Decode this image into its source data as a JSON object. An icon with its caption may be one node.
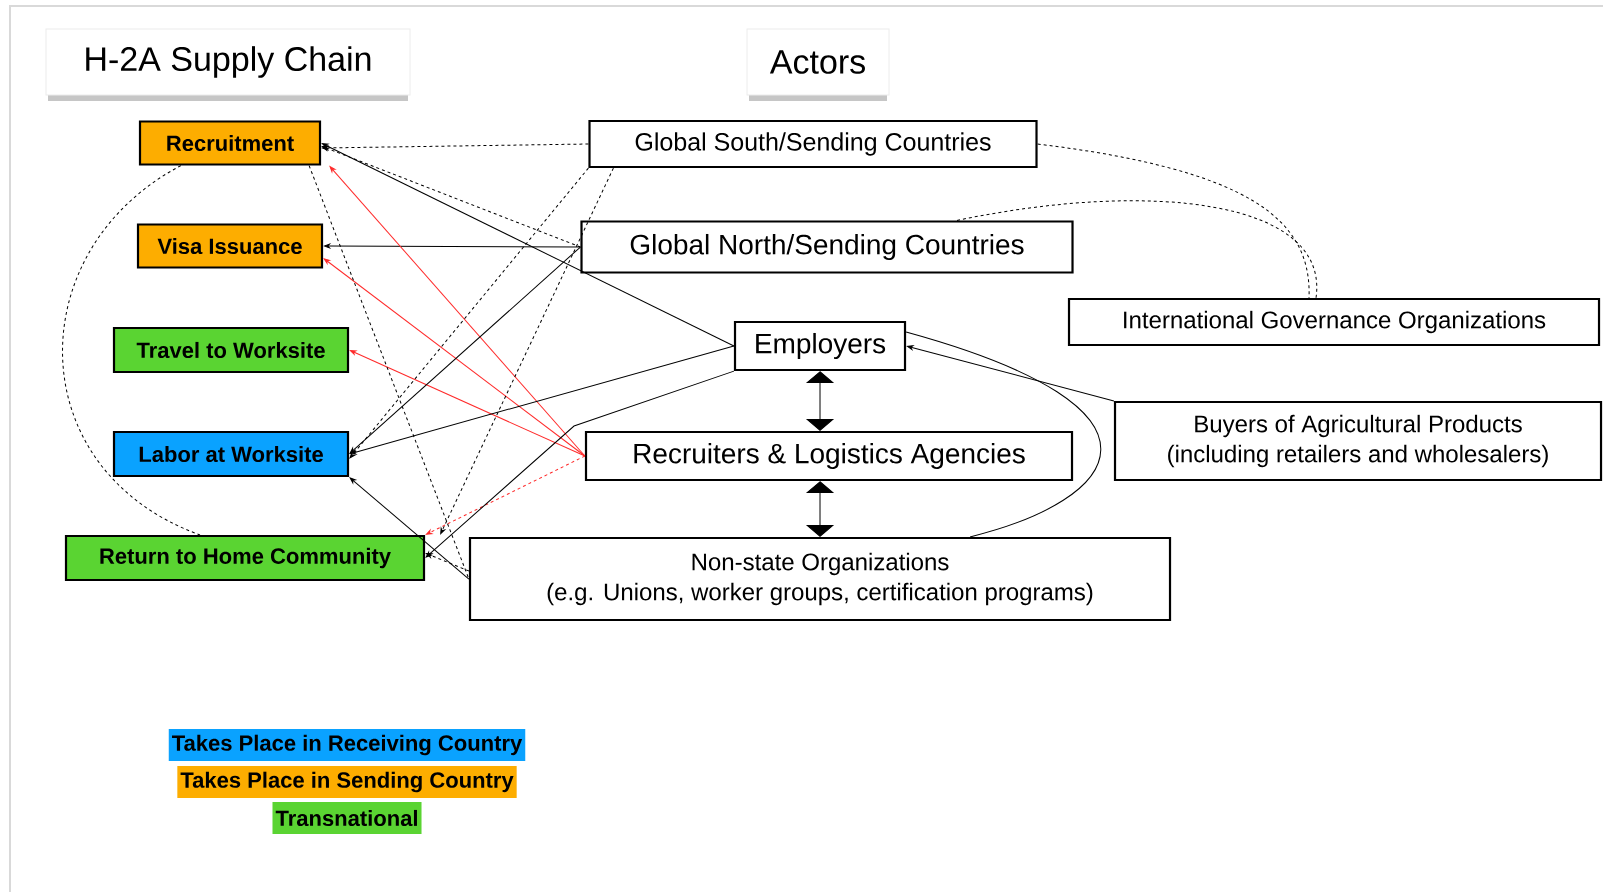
{
  "diagram": {
    "nodes": [
      {
        "text": [
          "H-2A Supply Chain"
        ]
      },
      {
        "text": [
          "Actors"
        ]
      },
      {
        "text": [
          "Recruitment"
        ]
      },
      {
        "text": [
          "Visa Issuance"
        ]
      },
      {
        "text": [
          "Travel to Worksite"
        ]
      },
      {
        "text": [
          "Labor at Worksite"
        ]
      },
      {
        "text": [
          "Return to Home Community"
        ]
      },
      {
        "text": [
          "Global South/Sending Countries"
        ]
      },
      {
        "text": [
          "Global North/Sending Countries"
        ]
      },
      {
        "text": [
          "Employers"
        ]
      },
      {
        "text": [
          "International Governance Organizations"
        ]
      },
      {
        "text": [
          "Recruiters & Logistics Agencies"
        ]
      },
      {
        "text": [
          "Buyers of Agricultural Products",
          "(including retailers and wholesalers)"
        ]
      },
      {
        "text": [
          "Non-state Organizations",
          "(e.g. Unions, worker groups, certification programs)"
        ]
      }
    ],
    "edges": [
      {
        "from": 7,
        "to": 2,
        "arrow": "to",
        "style": "dashed"
      },
      {
        "from": 8,
        "to": 2,
        "arrow": "to",
        "style": "dashed"
      },
      {
        "from": 9,
        "to": 2,
        "arrow": "to"
      },
      {
        "from": 8,
        "to": 3,
        "arrow": "to"
      },
      {
        "from": 11,
        "to": 2,
        "arrow": "to",
        "color": "#ff2a2a"
      },
      {
        "from": 11,
        "to": 3,
        "arrow": "to",
        "color": "#ff2a2a"
      },
      {
        "from": 11,
        "to": 4,
        "arrow": "to",
        "color": "#ff2a2a"
      },
      {
        "from": 11,
        "to": 6,
        "arrow": "to",
        "style": "dashed",
        "color": "#ff2a2a"
      },
      {
        "from": 8,
        "to": 5,
        "arrow": "to"
      },
      {
        "from": 9,
        "to": 5,
        "arrow": "to"
      },
      {
        "from": 7,
        "to": 5,
        "arrow": "to",
        "style": "dashed"
      },
      {
        "from": 7,
        "to": 6,
        "arrow": "to",
        "style": "dashed"
      },
      {
        "from": 2,
        "to": 13,
        "arrow": "none",
        "style": "dashed"
      },
      {
        "from": 13,
        "to": 5,
        "arrow": "to"
      },
      {
        "from": 13,
        "to": 6,
        "arrow": "to",
        "style": "dashed"
      },
      {
        "from": 9,
        "to": 6,
        "arrow": "to"
      },
      {
        "from": 2,
        "to": 6,
        "arrow": "none",
        "style": "dashed"
      },
      {
        "from": 7,
        "to": 10,
        "arrow": "none",
        "style": "dashed"
      },
      {
        "from": 8,
        "to": 10,
        "arrow": "none",
        "style": "dashed"
      },
      {
        "from": 12,
        "to": 9,
        "arrow": "to"
      },
      {
        "from": 9,
        "to": 13,
        "arrow": "none"
      },
      {
        "from": 9,
        "to": 11,
        "arrow": "both"
      },
      {
        "from": 11,
        "to": 13,
        "arrow": "both"
      }
    ],
    "legend": [
      {
        "text": "Takes Place in Receiving Country",
        "color": "#0aa2ff"
      },
      {
        "text": "Takes Place in Sending Country",
        "color": "#fdad00"
      },
      {
        "text": "Transnational",
        "color": "#5ad432"
      }
    ]
  }
}
